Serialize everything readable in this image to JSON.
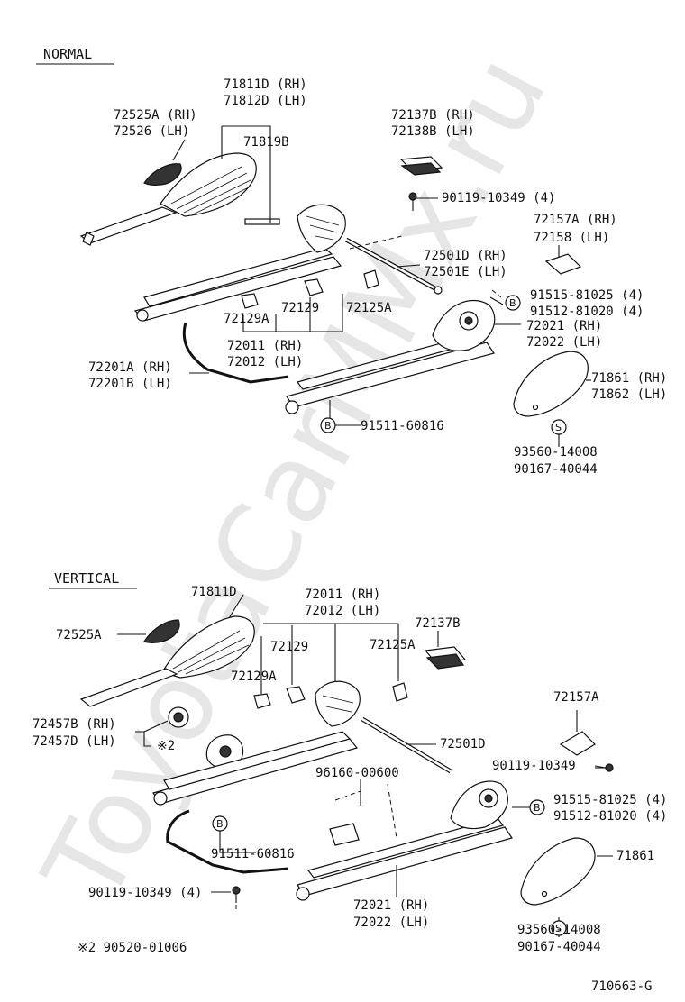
{
  "watermark": "ToyotaCarMMx.ru",
  "sections": {
    "normal": "NORMAL",
    "vertical": "VERTICAL"
  },
  "normal_labels": {
    "p71811D": "71811D (RH)",
    "p71812D": "71812D (LH)",
    "p72525A": "72525A (RH)",
    "p72526": "72526  (LH)",
    "p71819B": "71819B",
    "p72137B": "72137B (RH)",
    "p72138B": "72138B (LH)",
    "p90119": "90119-10349 (4)",
    "p72157A": "72157A (RH)",
    "p72158": "72158   (LH)",
    "p72501D": "72501D (RH)",
    "p72501E": "72501E (LH)",
    "p91515": "91515-81025 (4)",
    "p91512": "91512-81020 (4)",
    "p72129A": "72129A",
    "p72129": "72129",
    "p72125A": "72125A",
    "p72021": "72021 (RH)",
    "p72022": "72022 (LH)",
    "p72011": "72011 (RH)",
    "p72012": "72012 (LH)",
    "p72201A": "72201A (RH)",
    "p72201B": "72201B (LH)",
    "p71861": "71861 (RH)",
    "p71862": "71862 (LH)",
    "p91511": "91511-60816",
    "p93560": "93560-14008",
    "p90167": "90167-40044",
    "circle_b": "B",
    "circle_s": "S"
  },
  "vertical_labels": {
    "p71811D": "71811D",
    "p72011": "72011 (RH)",
    "p72012": "72012 (LH)",
    "p72525A": "72525A",
    "p72129": "72129",
    "p72137B": "72137B",
    "p72125A": "72125A",
    "p72129A": "72129A",
    "p72157A": "72157A",
    "p72457B": "72457B (RH)",
    "p72457D": "72457D (LH)",
    "p_note2": "※2",
    "p72501D": "72501D",
    "p90119a": "90119-10349",
    "p96160": "96160-00600",
    "p91515": "91515-81025 (4)",
    "p91512": "91512-81020 (4)",
    "p91511": "91511-60816",
    "p71861": "71861",
    "p90119b": "90119-10349 (4)",
    "p72021": "72021 (RH)",
    "p72022": "72022 (LH)",
    "p93560": "93560-14008",
    "p90167": "90167-40044",
    "circle_b": "B",
    "circle_s": "S"
  },
  "footnote": "※2  90520-01006",
  "drawing_number": "710663-G"
}
